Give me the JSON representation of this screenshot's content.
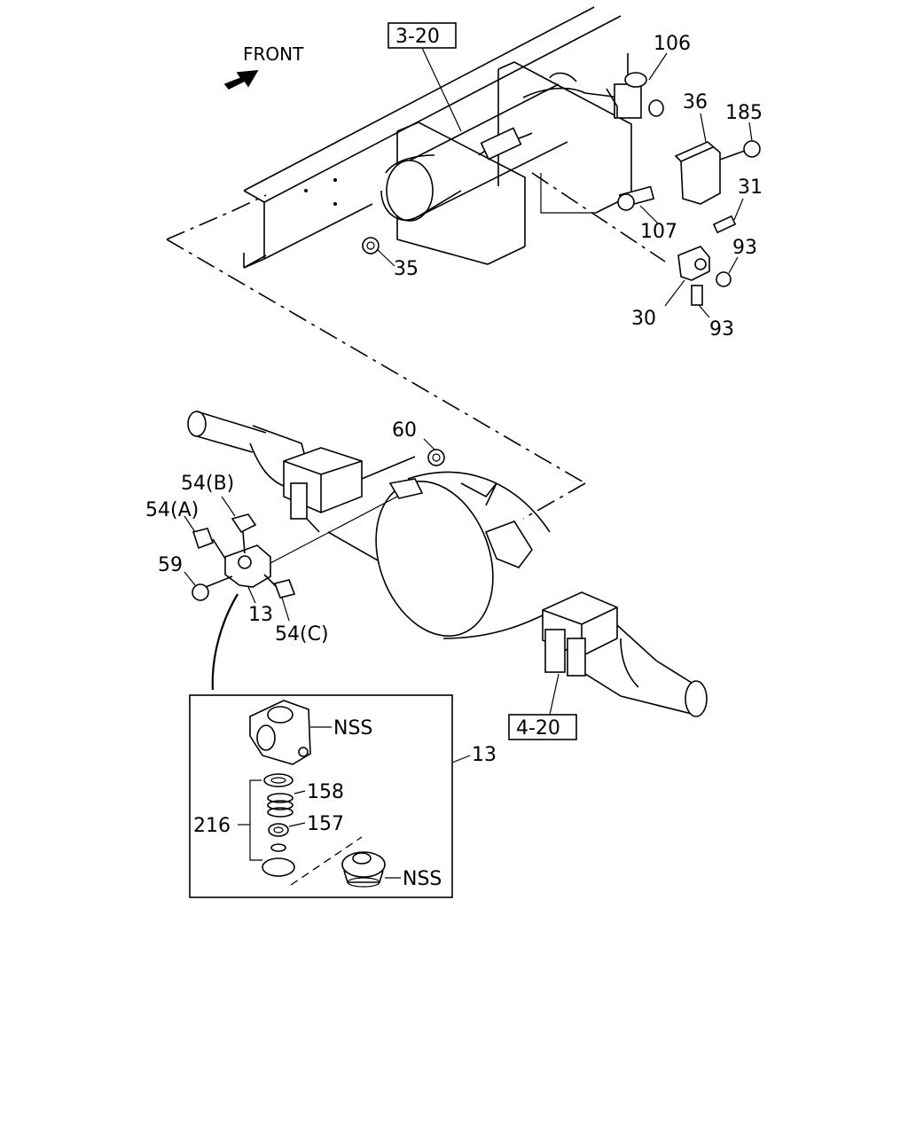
{
  "labels": {
    "front": "FRONT",
    "ref_3_20": "3-20",
    "ref_4_20": "4-20",
    "p106": "106",
    "p36": "36",
    "p185": "185",
    "p31": "31",
    "p107": "107",
    "p93a": "93",
    "p93b": "93",
    "p30": "30",
    "p35": "35",
    "p60": "60",
    "p54b": "54(B)",
    "p54a": "54(A)",
    "p59": "59",
    "p13": "13",
    "p54c": "54(C)",
    "nss1": "NSS",
    "p13_detail": "13",
    "p158": "158",
    "p216": "216",
    "p157": "157",
    "nss2": "NSS"
  }
}
